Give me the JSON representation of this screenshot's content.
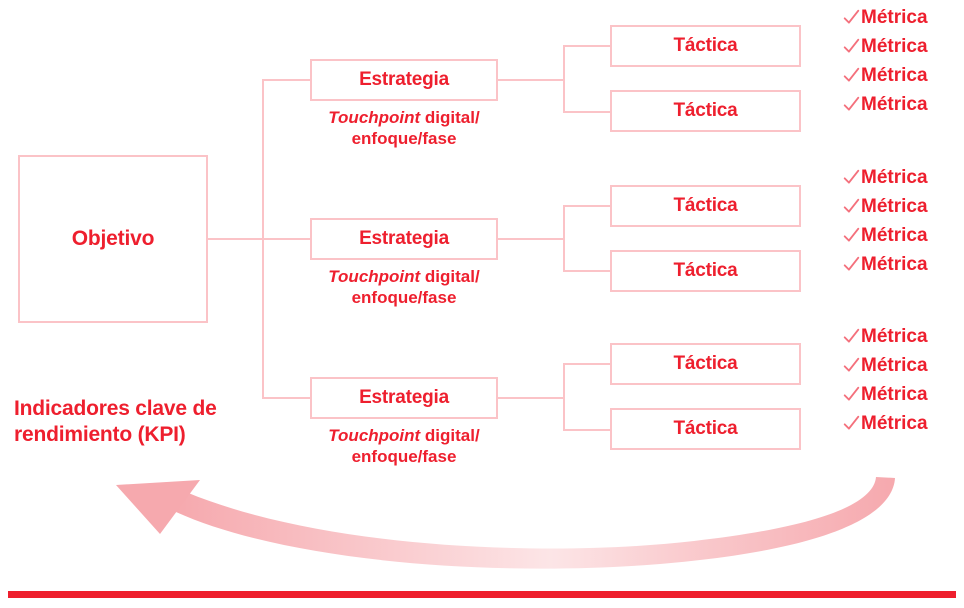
{
  "theme": {
    "accent_red": "#ee1f2e",
    "line_pink": "#fbc3c7",
    "arrow_pink": "#f6a9ae",
    "background": "#ffffff"
  },
  "diagram": {
    "root": {
      "label": "Objetivo"
    },
    "kpi_label_line1": "Indicadores clave de",
    "kpi_label_line2": "rendimiento (KPI)",
    "kpi_label_full": "Indicadores clave de rendimiento (KPI)",
    "branches": [
      {
        "strategy_label": "Estrategia",
        "caption_emphasis": "Touchpoint",
        "caption_rest": " digital/",
        "caption_line2": "enfoque/fase",
        "tactics": [
          {
            "label": "Táctica"
          },
          {
            "label": "Táctica"
          }
        ],
        "metrics": [
          {
            "label": "Métrica"
          },
          {
            "label": "Métrica"
          },
          {
            "label": "Métrica"
          },
          {
            "label": "Métrica"
          }
        ]
      },
      {
        "strategy_label": "Estrategia",
        "caption_emphasis": "Touchpoint",
        "caption_rest": " digital/",
        "caption_line2": "enfoque/fase",
        "tactics": [
          {
            "label": "Táctica"
          },
          {
            "label": "Táctica"
          }
        ],
        "metrics": [
          {
            "label": "Métrica"
          },
          {
            "label": "Métrica"
          },
          {
            "label": "Métrica"
          },
          {
            "label": "Métrica"
          }
        ]
      },
      {
        "strategy_label": "Estrategia",
        "caption_emphasis": "Touchpoint",
        "caption_rest": " digital/",
        "caption_line2": "enfoque/fase",
        "tactics": [
          {
            "label": "Táctica"
          },
          {
            "label": "Táctica"
          }
        ],
        "metrics": [
          {
            "label": "Métrica"
          },
          {
            "label": "Métrica"
          },
          {
            "label": "Métrica"
          },
          {
            "label": "Métrica"
          }
        ]
      }
    ]
  }
}
